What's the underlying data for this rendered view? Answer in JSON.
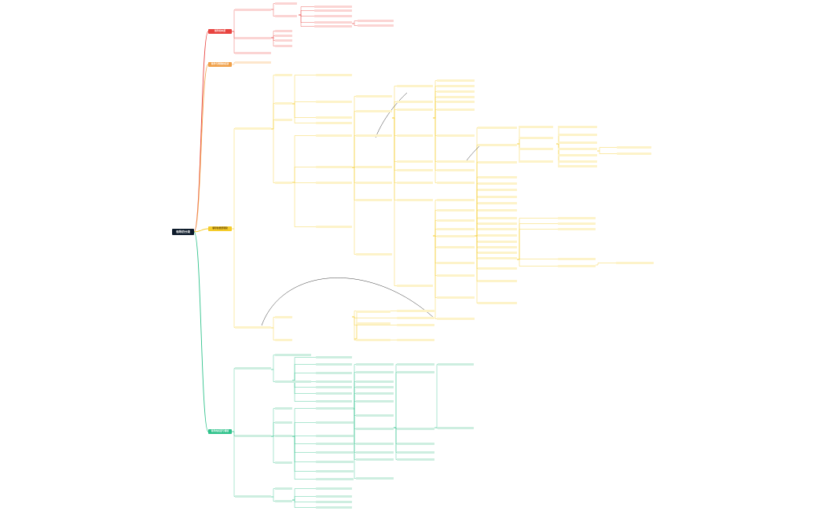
{
  "title": "领导的分类",
  "colors": {
    "root": "#0d1b2a",
    "red": "#e8433f",
    "red_light": "#fbd4d3",
    "orange": "#f0a049",
    "orange_light": "#fde6cc",
    "yellow": "#f5cc2a",
    "yellow_light": "#fdf3c9",
    "green": "#2fc28b",
    "green_light": "#cdeee0",
    "line_red": "#e8433f",
    "line_orange": "#f0a049",
    "line_yellow": "#f5cc2a",
    "line_green": "#2fc28b",
    "connector": "#222222"
  },
  "branches": {
    "b1": "领导的本质",
    "b2": "领导与管理的区别",
    "b3": "领导的类型理论",
    "b4": "领导的权变与情境"
  }
}
